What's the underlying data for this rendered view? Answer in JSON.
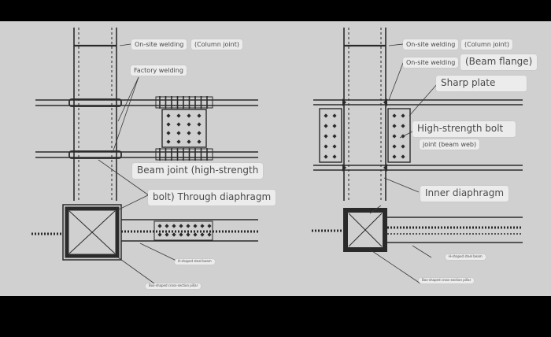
{
  "left": {
    "label_onsite_welding": "On-site welding",
    "label_column_joint": "(Column joint)",
    "label_factory_welding": "Factory welding",
    "label_beam_joint": "Beam joint (high-strength",
    "label_through_diaphragm": "bolt) Through diaphragm",
    "label_h_beam": "H-shaped steel beam",
    "label_box_pillar": "Box-shaped cross-section pillar"
  },
  "right": {
    "label_onsite_welding_1": "On-site welding",
    "label_column_joint": "(Column joint)",
    "label_onsite_welding_2": "On-site welding",
    "label_beam_flange": "(Beam flange)",
    "label_sharp_plate": "Sharp plate",
    "label_hsb": "High-strength bolt",
    "label_joint_web": "joint (beam web)",
    "label_inner_diaphragm": "Inner diaphragm",
    "label_h_beam": "H-shaped steel beam",
    "label_box_pillar": "Box-shaped cross-section pillar"
  },
  "colors": {
    "background": "#d0d0d0",
    "steel_line": "#2a2a2a",
    "label_bg": "#ececec",
    "label_text": "#4a4a4a"
  }
}
